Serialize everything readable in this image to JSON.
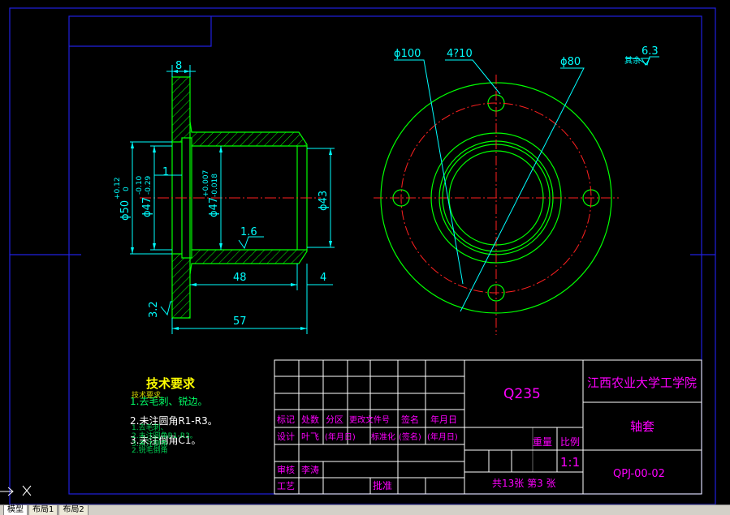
{
  "colors": {
    "background": "#000000",
    "frame": "#2020e0",
    "part": "#00ff00",
    "dimension": "#00ffff",
    "centerline": "#ff2020",
    "hatch": "#00ff00",
    "title_block_line": "#ffffff",
    "title_text": "#ff00ff",
    "notes_heading": "#ffff00",
    "notes_text": "#00ff66"
  },
  "section_view": {
    "dims": {
      "flange_width": "8",
      "step": "1",
      "bore_length": "48",
      "chamfer_len": "4",
      "total_length": "57",
      "od_flange_tol": "ϕ50",
      "od_flange_tol_up": "+0.12",
      "od_flange_tol_low": "0",
      "bore_shoulder": "ϕ47",
      "bore_shoulder_up": "-0.10",
      "bore_shoulder_low": "-0.29",
      "bore": "ϕ47",
      "bore_up": "+0.007",
      "bore_low": "-0.018",
      "shaft_od": "ϕ43",
      "roughness_inner": "1.6",
      "roughness_flange": "3.2"
    }
  },
  "front_view": {
    "labels": {
      "pcd": "ϕ100",
      "holes": "4?10",
      "inner": "ϕ80",
      "roughness_other_prefix": "其余",
      "roughness_other": "6.3"
    }
  },
  "notes": {
    "heading": "技术要求",
    "items": [
      "1.去毛刺、锐边。",
      "2.未注圆角R1-R3。",
      "3.未注倒角C1。"
    ],
    "overlap": [
      "技术要求",
      "1.去毛刺、",
      "2.未注圆角R1-R3。",
      "3.未注倒角",
      "2.锐毛倒角"
    ]
  },
  "title_block": {
    "material": "Q235",
    "school": "江西农业大学工学院",
    "part_name": "轴套",
    "drawing_no": "QPJ-00-02",
    "weight_label": "重量",
    "scale_label": "比例",
    "scale_value": "1:1",
    "sheets": "共13张 第3 张",
    "headers": [
      "标记",
      "处数",
      "分区",
      "更改文件号",
      "签名",
      "年月日"
    ],
    "row_design": [
      "设计",
      "叶飞",
      "(年月日)",
      "标准化",
      "(签名)",
      "(年月日)"
    ],
    "row_check": [
      "审核",
      "李涛"
    ],
    "row_process": [
      "工艺"
    ],
    "approve": "批准"
  },
  "status": {
    "ucs_icon": "ucs-icon",
    "tabs": [
      "模型",
      "布局1",
      "布局2"
    ]
  }
}
